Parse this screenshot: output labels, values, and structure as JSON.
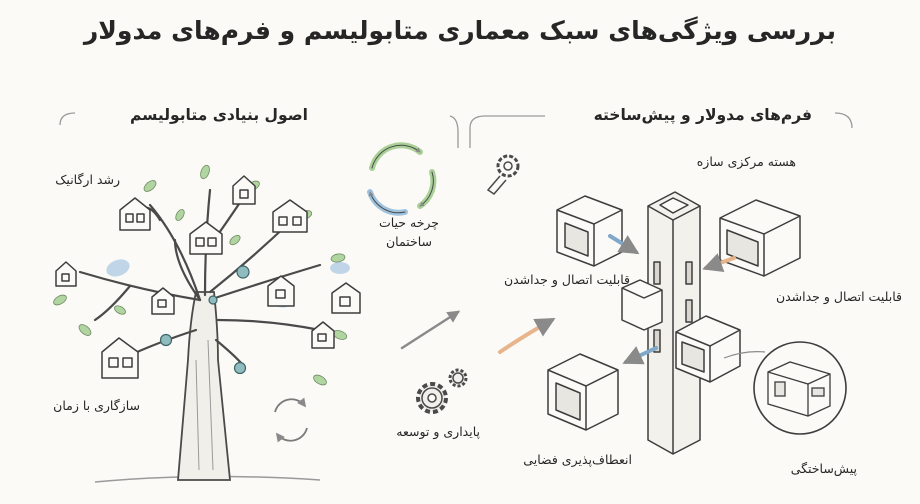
{
  "title": "بررسی ویژگی‌های سبک معماری متابولیسم و فرم‌های مدولار",
  "left_section": {
    "heading": "اصول بنیادی متابولیسم",
    "labels": {
      "organic_growth": "رشد ارگانیک",
      "life_cycle_line1": "چرخه حیات",
      "life_cycle_line2": "ساختمان",
      "adaptability": "سازگاری با زمان",
      "sustainability": "پایداری و توسعه"
    }
  },
  "right_section": {
    "heading": "فرم‌های مدولار و پیش‌ساخته",
    "labels": {
      "core": "هسته مرکزی سازه",
      "connect_left": "قابلیت اتصال و جداشدن",
      "connect_right": "قابلیت اتصال و جداشدن",
      "flexibility": "انعطاف‌پذیری فضایی",
      "prefab": "پیش‌ساختگی"
    }
  },
  "colors": {
    "ink": "#4a4a4a",
    "leaf_green": "#9cc98a",
    "leaf_blue": "#9fc3de",
    "node_teal": "#7fb0b4",
    "arrow_blue": "#7fa8c9",
    "arrow_peach": "#e7b48c"
  },
  "icons": [
    "metabolism-tree-icon",
    "cycle-arrows-icon",
    "gear-icon",
    "modular-core-icon",
    "prefab-room-icon"
  ]
}
